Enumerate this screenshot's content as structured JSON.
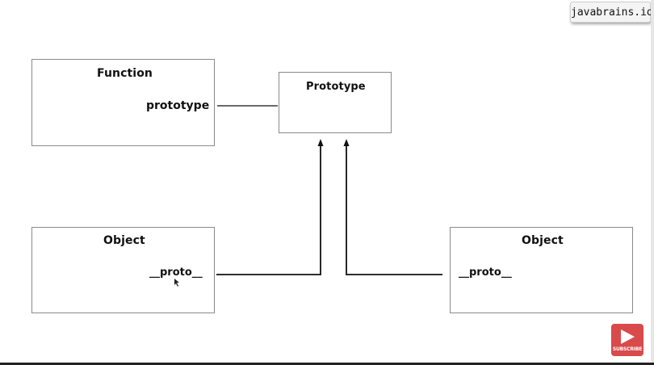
{
  "watermark": {
    "text": "javabrains.io"
  },
  "diagram": {
    "function_box": {
      "title": "Function",
      "field": "prototype"
    },
    "prototype_box": {
      "title": "Prototype"
    },
    "object_left": {
      "title": "Object",
      "field": "__proto__"
    },
    "object_right": {
      "title": "Object",
      "field": "__proto__"
    }
  },
  "subscribe": {
    "label": "SUBSCRIBE",
    "icon": "play-icon",
    "color": "#d94a4a"
  }
}
